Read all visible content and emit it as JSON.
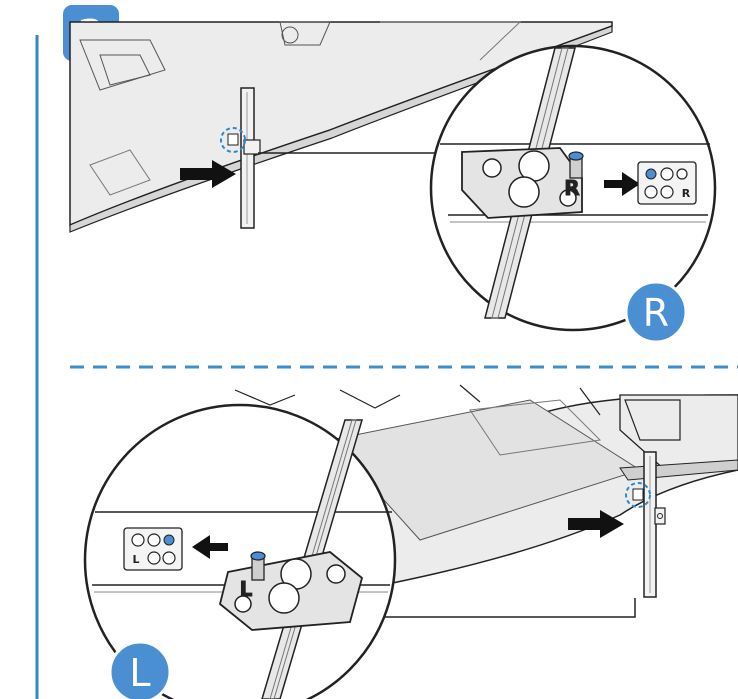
{
  "step": {
    "number": "2"
  },
  "panel_right": {
    "side_label": "R",
    "plate_label": "R"
  },
  "panel_left": {
    "side_label": "L",
    "plate_label": "L"
  },
  "colors": {
    "accent": "#4a8fd1",
    "divider": "#3d8ecd",
    "rule": "#2f87c9",
    "line": "#222222",
    "tv_fill": "#ececec"
  }
}
